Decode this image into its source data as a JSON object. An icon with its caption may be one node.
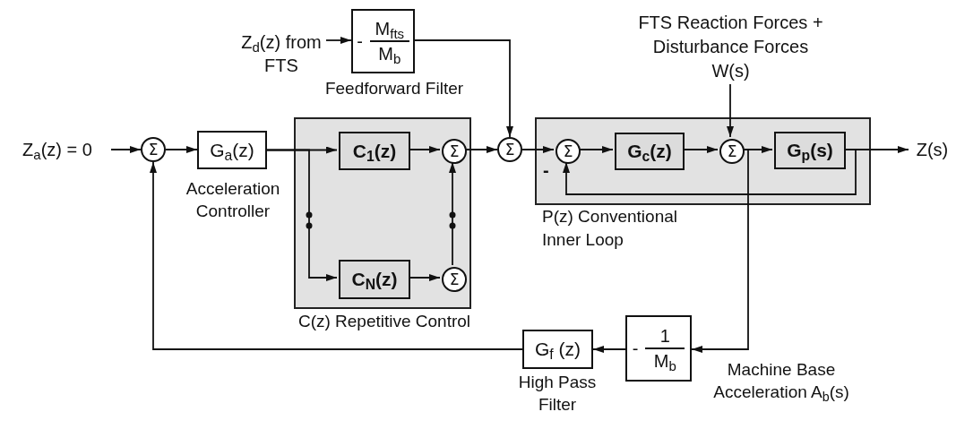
{
  "diagram": {
    "nodes": [
      {
        "text": [
          "Z$_{a}$(z) = 0"
        ]
      },
      {
        "text": [
          "Σ"
        ]
      },
      {
        "text": [
          "G$_{a}$(z)"
        ],
        "beside": [
          "Acceleration Controller"
        ]
      },
      {
        "text": [
          "C(z) Repetitive Control"
        ]
      },
      {
        "text": [
          "C$_{1}$(z)"
        ],
        "in": 3
      },
      {
        "text": [
          "Σ"
        ],
        "in": 3
      },
      {
        "text": [
          "C$_{N}$(z)"
        ],
        "in": 3
      },
      {
        "text": [
          "Σ"
        ],
        "in": 3
      },
      {
        "text": [
          "Σ"
        ]
      },
      {
        "text": [
          "Z$_{d}$(z) from FTS"
        ]
      },
      {
        "text": [
          "-",
          "M$_{fts}$",
          "M$_{b}$"
        ],
        "beside": [
          "Feedforward Filter"
        ]
      },
      {
        "text": [
          "P(z) Conventional Inner Loop"
        ]
      },
      {
        "text": [
          "Σ"
        ],
        "in": 11
      },
      {
        "text": [
          "G$_{c}$(z)"
        ],
        "in": 11
      },
      {
        "text": [
          "Σ"
        ],
        "in": 11
      },
      {
        "text": [
          "G$_{p}$(s)"
        ],
        "in": 11
      },
      {
        "text": [
          "FTS Reaction Forces + Disturbance Forces W(s)"
        ]
      },
      {
        "text": [
          "Z(s)"
        ]
      },
      {
        "text": [
          "-",
          "1",
          "M$_{b}$"
        ]
      },
      {
        "text": [
          "G$_{f}$ (z)"
        ],
        "beside": [
          "High Pass Filter"
        ]
      }
    ],
    "edges": [
      {
        "from": 0,
        "to": 1,
        "arrow": "to"
      },
      {
        "from": 1,
        "to": 2,
        "arrow": "to"
      },
      {
        "from": 2,
        "to": 4,
        "arrow": "to"
      },
      {
        "from": 2,
        "to": 6,
        "arrow": "to"
      },
      {
        "from": 4,
        "to": 5,
        "arrow": "to"
      },
      {
        "from": 6,
        "to": 7,
        "arrow": "to"
      },
      {
        "from": 7,
        "to": 5,
        "arrow": "to"
      },
      {
        "from": 5,
        "to": 8,
        "arrow": "to"
      },
      {
        "from": 9,
        "to": 10,
        "arrow": "to"
      },
      {
        "from": 10,
        "to": 8,
        "arrow": "to"
      },
      {
        "from": 8,
        "to": 12,
        "arrow": "to"
      },
      {
        "from": 12,
        "to": 13,
        "arrow": "to"
      },
      {
        "from": 13,
        "to": 14,
        "arrow": "to"
      },
      {
        "from": 16,
        "to": 14,
        "arrow": "to"
      },
      {
        "from": 14,
        "to": 15,
        "arrow": "to"
      },
      {
        "from": 15,
        "to": 17,
        "arrow": "to"
      },
      {
        "from": 15,
        "to": 12,
        "arrow": "to"
      },
      {
        "from": 14,
        "to": 18,
        "arrow": "to"
      },
      {
        "from": 18,
        "to": 19,
        "arrow": "to"
      },
      {
        "from": 19,
        "to": 1,
        "arrow": "to"
      }
    ],
    "labels": [
      "-",
      "Machine Base Acceleration A$_{b}$(s)"
    ]
  }
}
